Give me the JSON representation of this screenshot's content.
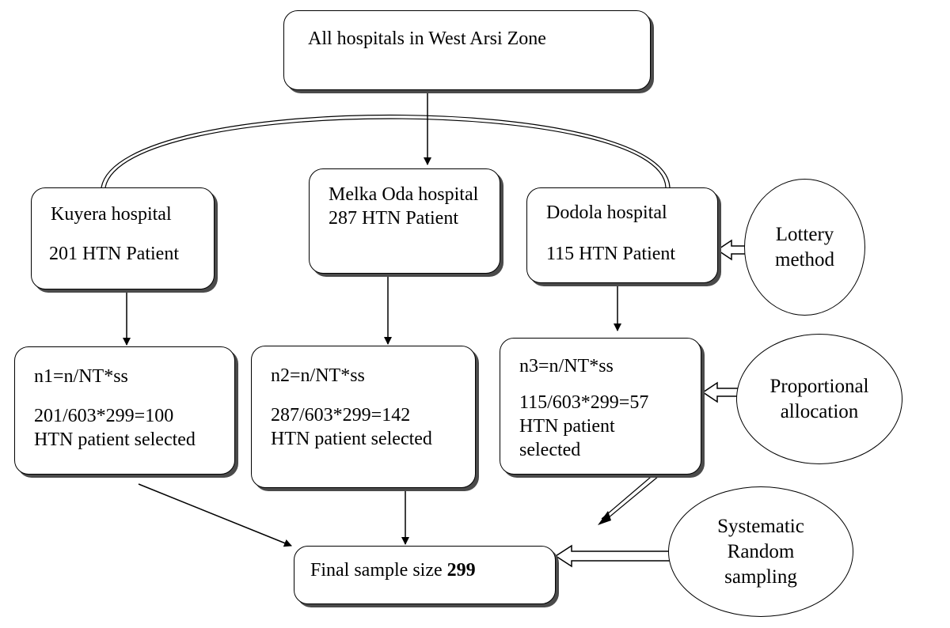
{
  "top": {
    "label": "All hospitals in West Arsi Zone"
  },
  "hospitals": [
    {
      "name": "Kuyera hospital",
      "patients": "201 HTN Patient"
    },
    {
      "name": "Melka Oda hospital 287 HTN Patient"
    },
    {
      "name": "Dodola hospital",
      "patients": "115 HTN Patient"
    }
  ],
  "allocations": [
    {
      "formula": "n1=n/NT*ss",
      "calc": "201/603*299=100",
      "result": "HTN patient selected"
    },
    {
      "formula": "n2=n/NT*ss",
      "calc": "287/603*299=142",
      "result": "HTN patient selected"
    },
    {
      "formula": "n3=n/NT*ss",
      "calc": "115/603*299=57",
      "result": "HTN patient selected"
    }
  ],
  "final": {
    "label": "Final sample size ",
    "value": "299"
  },
  "methods": {
    "lottery": [
      "Lottery",
      "method"
    ],
    "proportional": [
      "Proportional",
      "allocation"
    ],
    "systematic": [
      "Systematic",
      "Random",
      "sampling"
    ]
  }
}
